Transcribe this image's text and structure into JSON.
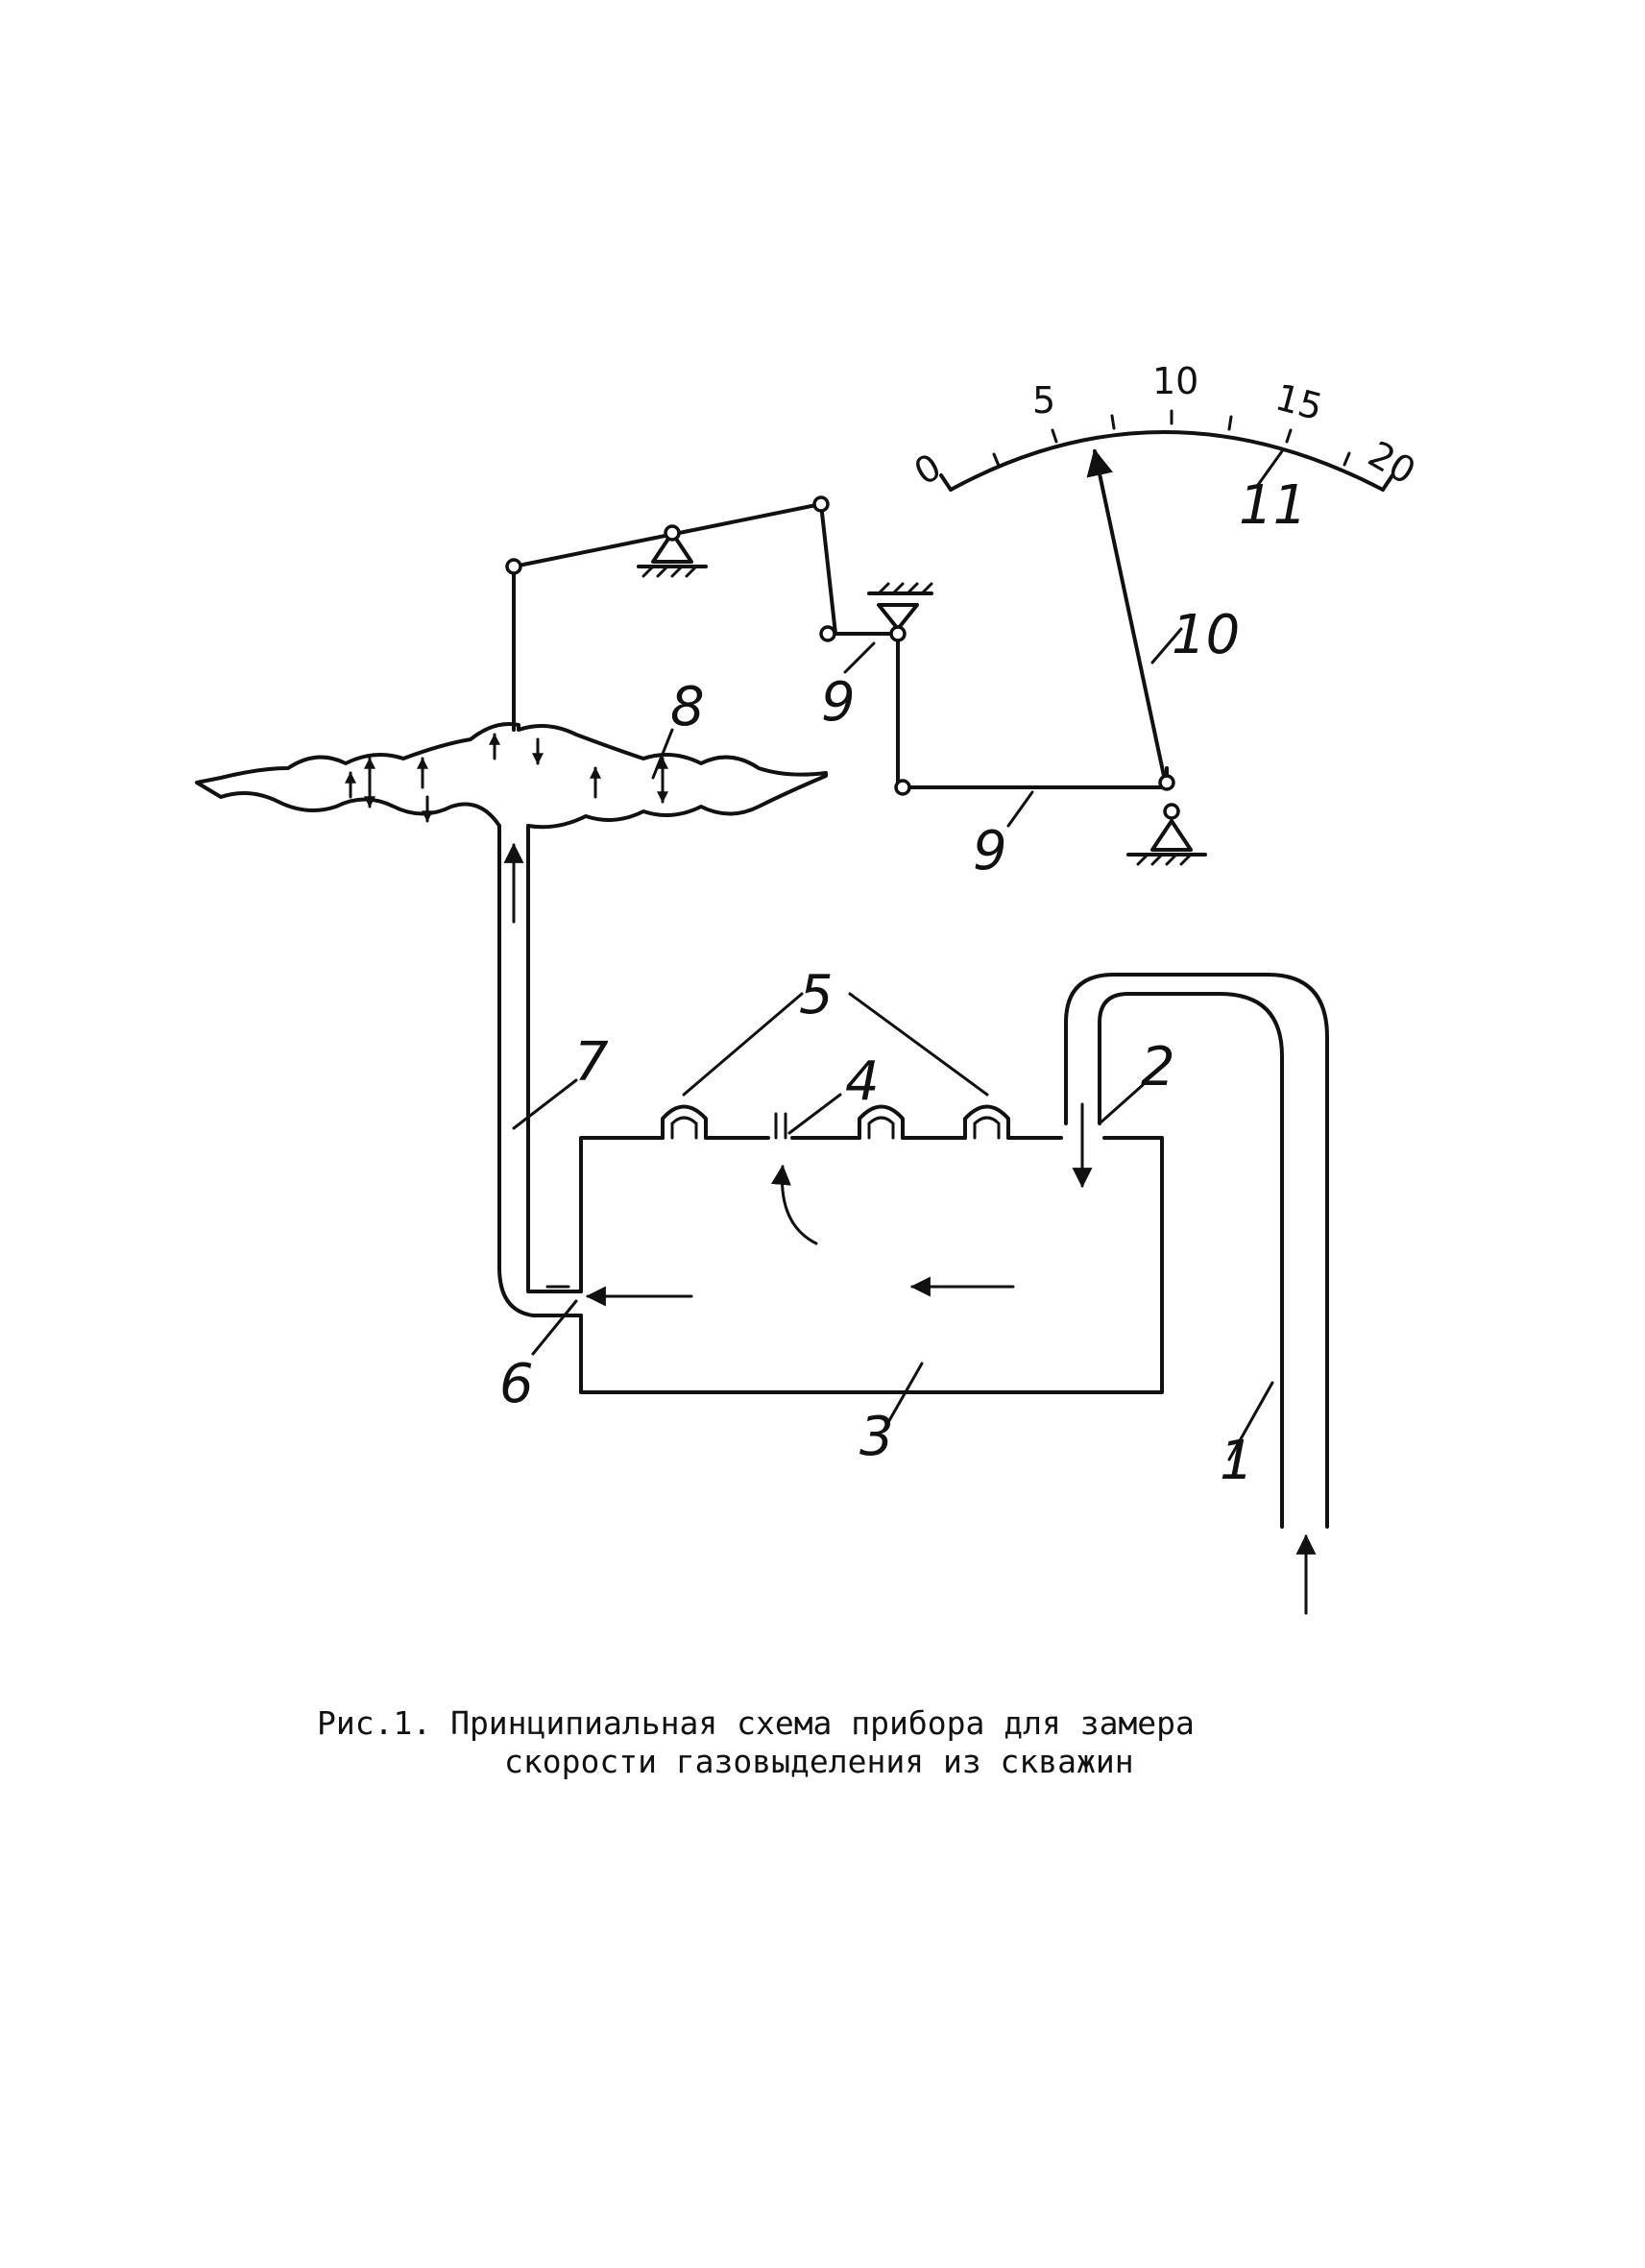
{
  "labels": {
    "l1": "1",
    "l2": "2",
    "l3": "3",
    "l4": "4",
    "l5": "5",
    "l6": "6",
    "l7": "7",
    "l8": "8",
    "l9a": "9",
    "l9b": "9",
    "l10": "10",
    "l11": "11"
  },
  "scale": {
    "ticks": [
      "0",
      "5",
      "10",
      "15",
      "20"
    ]
  },
  "caption": {
    "line1": "Рис.1. Принципиальная схема прибора для замера",
    "line2": "скорости газовыделения из скважин"
  }
}
